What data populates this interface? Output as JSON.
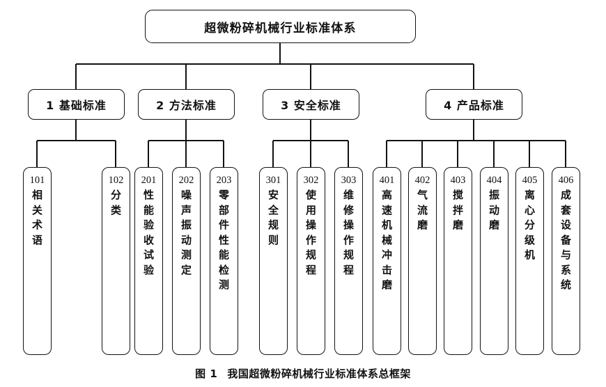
{
  "figure": {
    "caption_number": "图 1",
    "caption_title": "我国超微粉碎机械行业标准体系总框架"
  },
  "diagram": {
    "type": "tree",
    "root": {
      "label": "超微粉碎机械行业标准体系"
    },
    "categories": [
      {
        "label": "1 基础标准"
      },
      {
        "label": "2 方法标准"
      },
      {
        "label": "3 安全标准"
      },
      {
        "label": "4 产品标准"
      }
    ],
    "leaves": [
      {
        "code": "101",
        "text": "相关术语"
      },
      {
        "code": "102",
        "text": "分类"
      },
      {
        "code": "201",
        "text": "性能验收试验"
      },
      {
        "code": "202",
        "text": "噪声振动测定"
      },
      {
        "code": "203",
        "text": "零部件性能检测"
      },
      {
        "code": "301",
        "text": "安全规则"
      },
      {
        "code": "302",
        "text": "使用操作规程"
      },
      {
        "code": "303",
        "text": "维修操作规程"
      },
      {
        "code": "401",
        "text": "高速机械冲击磨"
      },
      {
        "code": "402",
        "text": "气流磨"
      },
      {
        "code": "403",
        "text": "搅拌磨"
      },
      {
        "code": "404",
        "text": "振动磨"
      },
      {
        "code": "405",
        "text": "离心分级机"
      },
      {
        "code": "406",
        "text": "成套设备与系统"
      }
    ],
    "colors": {
      "line": "#111111",
      "box_border": "#111111",
      "background": "#ffffff",
      "text": "#111111"
    }
  }
}
